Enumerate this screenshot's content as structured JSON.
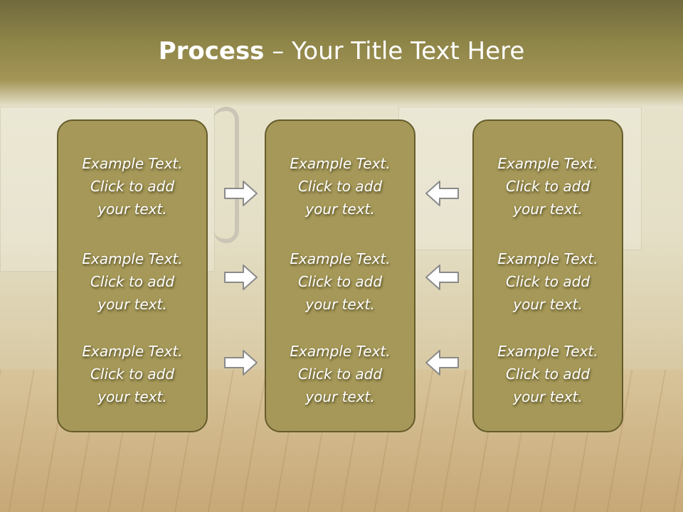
{
  "slide": {
    "title_bold": "Process",
    "title_rest": " – Your Title Text Here"
  },
  "columns": [
    {
      "items": [
        {
          "line1": "Example Text.",
          "line2": "Click  to add",
          "line3": "your text."
        },
        {
          "line1": "Example Text.",
          "line2": "Click  to add",
          "line3": "your text."
        },
        {
          "line1": "Example Text.",
          "line2": "Click  to add",
          "line3": "your text."
        }
      ]
    },
    {
      "items": [
        {
          "line1": "Example Text.",
          "line2": "Click  to add",
          "line3": "your text."
        },
        {
          "line1": "Example Text.",
          "line2": "Click  to add",
          "line3": "your text."
        },
        {
          "line1": "Example Text.",
          "line2": "Click  to add",
          "line3": "your text."
        }
      ]
    },
    {
      "items": [
        {
          "line1": "Example Text.",
          "line2": "Click  to add",
          "line3": "your text."
        },
        {
          "line1": "Example Text.",
          "line2": "Click  to add",
          "line3": "your text."
        },
        {
          "line1": "Example Text.",
          "line2": "Click  to add",
          "line3": "your text."
        }
      ]
    }
  ],
  "arrows": {
    "left_group": "right-arrow-icon",
    "right_group": "left-arrow-icon"
  },
  "colors": {
    "header": "#8e8548",
    "box_fill": "#a59858",
    "box_border": "#655c2c",
    "text": "#ffffff"
  }
}
